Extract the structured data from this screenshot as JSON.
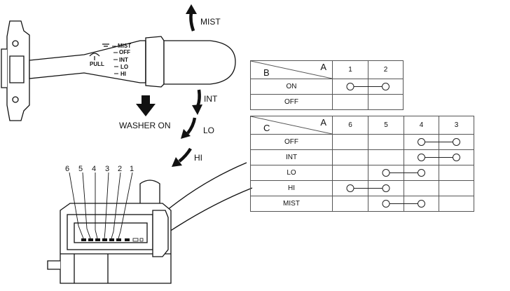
{
  "arrows": {
    "mist": "MIST",
    "washer_on": "WASHER ON",
    "int": "INT",
    "lo": "LO",
    "hi": "HI"
  },
  "stalk_labels": {
    "mist": "MIST",
    "off": "OFF",
    "int": "INT",
    "lo": "LO",
    "hi": "HI",
    "pull": "PULL"
  },
  "connector_pins": [
    "6",
    "5",
    "4",
    "3",
    "2",
    "1"
  ],
  "table_b": {
    "corner_top": "A",
    "corner_bottom": "B",
    "terminals": [
      "1",
      "2"
    ],
    "rows": [
      {
        "label": "ON",
        "connect": [
          "1",
          "2"
        ]
      },
      {
        "label": "OFF",
        "connect": []
      }
    ]
  },
  "table_c": {
    "corner_top": "A",
    "corner_bottom": "C",
    "terminals": [
      "6",
      "5",
      "4",
      "3"
    ],
    "rows": [
      {
        "label": "OFF",
        "connect": [
          "4",
          "3"
        ]
      },
      {
        "label": "INT",
        "connect": [
          "4",
          "3"
        ]
      },
      {
        "label": "LO",
        "connect": [
          "5",
          "4"
        ]
      },
      {
        "label": "HI",
        "connect": [
          "6",
          "5"
        ]
      },
      {
        "label": "MIST",
        "connect": [
          "5",
          "4"
        ]
      }
    ]
  }
}
